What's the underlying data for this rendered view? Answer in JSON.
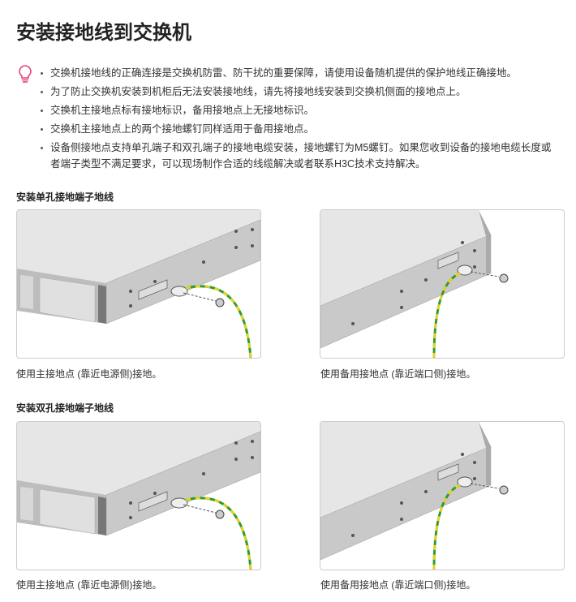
{
  "title": "安装接地线到交换机",
  "tip_icon": "lightbulb-icon",
  "notes": [
    "交换机接地线的正确连接是交换机防雷、防干扰的重要保障，请使用设备随机提供的保护地线正确接地。",
    "为了防止交换机安装到机柜后无法安装接地线，请先将接地线安装到交换机侧面的接地点上。",
    "交换机主接地点标有接地标识，备用接地点上无接地标识。",
    "交换机主接地点上的两个接地螺钉同样适用于备用接地点。",
    "设备侧接地点支持单孔端子和双孔端子的接地电缆安装，接地螺钉为M5螺钉。如果您收到设备的接地电缆长度或者端子类型不满足要求，可以现场制作合适的线缆解决或者联系H3C技术支持解决。"
  ],
  "sections": [
    {
      "heading": "安装单孔接地端子地线",
      "captions": [
        "使用主接地点 (靠近电源侧)接地。",
        "使用备用接地点 (靠近端口侧)接地。"
      ]
    },
    {
      "heading": "安装双孔接地端子地线",
      "captions": [
        "使用主接地点 (靠近电源侧)接地。",
        "使用备用接地点 (靠近端口侧)接地。"
      ]
    }
  ],
  "colors": {
    "accent": "#e0457b",
    "cable_green": "#2e9a3c",
    "cable_yellow": "#e8d21e"
  }
}
